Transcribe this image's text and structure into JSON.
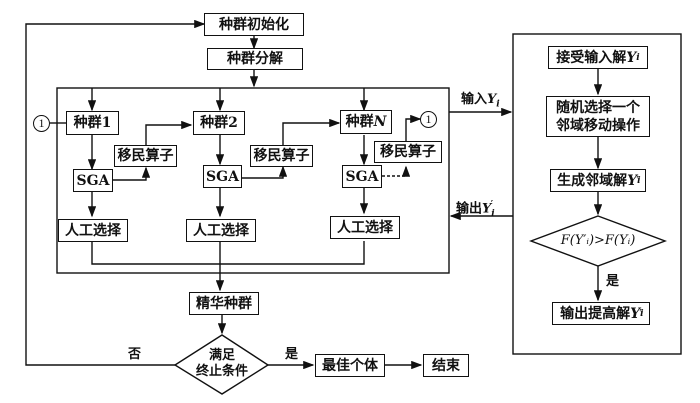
{
  "nodes": {
    "init": "种群初始化",
    "decompose": "种群分解",
    "pop1": "种群1",
    "pop2": "种群2",
    "popN_prefix": "种群",
    "popN_var": "N",
    "migrate": "移民算子",
    "sga": "SGA",
    "select": "人工选择",
    "elite": "精华种群",
    "cond_line1": "满足",
    "cond_line2": "终止条件",
    "best": "最佳个体",
    "end": "结束",
    "connector": "1"
  },
  "edges": {
    "input": "输入",
    "output": "输出",
    "var_Y": "Y",
    "sub_i": "i",
    "prime": "′",
    "yes": "是",
    "no": "否"
  },
  "local_search": {
    "accept": "接受输入解",
    "random_line1": "随机选择一个",
    "random_line2": "邻域移动操作",
    "generate": "生成邻域解",
    "compare": "F(Y′ᵢ)>F(Yᵢ)",
    "yes": "是",
    "output_improved": "输出提高解"
  }
}
